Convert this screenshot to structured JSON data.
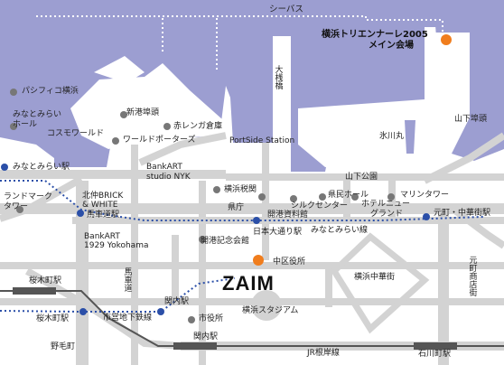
{
  "colors": {
    "water": "#9c9ed1",
    "road": "#d3d3d3",
    "land": "#ffffff",
    "railway": "#2b4fa8",
    "jr_line": "#555555",
    "poi_dot": "#777777",
    "venue_dot": "#f07d1d"
  },
  "labels": {
    "sea_bus": "シーバス",
    "venue_title": "横浜トリエンナーレ2005",
    "venue_sub": "メイン会場",
    "osanbashi": "大桟橋",
    "pacifico": "パシフィコ横浜",
    "minatomirai_hall_1": "みなとみらい",
    "minatomirai_hall_2": "ホール",
    "cosmo_world": "コスモワールド",
    "world_porters": "ワールドポーターズ",
    "shinko_pier": "新港埠頭",
    "red_brick": "赤レンガ倉庫",
    "portside": "PortSide Station",
    "hikawamaru": "氷川丸",
    "yamashita_pier": "山下埠頭",
    "yamashita_park": "山下公園",
    "minatomirai_station": "みなとみらい駅",
    "landmark_1": "ランドマーク",
    "landmark_2": "タワー",
    "bankart_nyk_1": "BankART",
    "bankart_nyk_2": "studio NYK",
    "customs": "横浜税関",
    "kitanaka_1": "北仲BRICK",
    "kitanaka_2": "& WHITE",
    "bashamichi_station": "馬車道駅",
    "prefectural_office": "県庁",
    "archives": "開港資料館",
    "silk_center": "シルクセンター",
    "kenmin_hall": "県民ホール",
    "hotel_new_grand_1": "ホテルニュー",
    "hotel_new_grand_2": "グランド",
    "marine_tower": "マリンタワー",
    "motomachi_station": "元町・中華街駅",
    "bankart_1929_1": "BankART",
    "bankart_1929_2": "1929 Yokohama",
    "memorial_hall": "開港記念会館",
    "nihon_odori_station": "日本大通り駅",
    "minatomirai_line": "みなとみらい線",
    "naka_ward_office": "中区役所",
    "chinatown": "横浜中華街",
    "motomachi_shopping": "元町商店街",
    "zaim": "ZAIM",
    "sakuragicho_station_jr": "桜木町駅",
    "sakuragicho_station_subway": "桜木町駅",
    "bashamichi_street": "馬車道",
    "kannai_station_subway": "関内駅",
    "municipal_subway": "市営地下鉄線",
    "city_hall": "市役所",
    "stadium": "横浜スタジアム",
    "kannai_station_jr": "関内駅",
    "noge": "野毛町",
    "jr_negishi": "JR根岸線",
    "ishikawacho_station": "石川町駅"
  }
}
